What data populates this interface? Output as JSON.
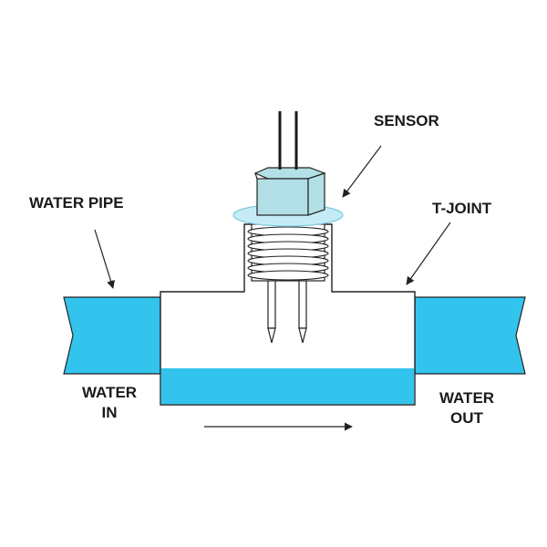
{
  "labels": {
    "sensor": "SENSOR",
    "water_pipe": "WATER PIPE",
    "t_joint": "T-JOINT",
    "water_in_line1": "WATER",
    "water_in_line2": "IN",
    "water_out_line1": "WATER",
    "water_out_line2": "OUT"
  },
  "colors": {
    "water": "#33c4ee",
    "pipe_fill": "#ffffff",
    "outline": "#222222",
    "sensor_body": "#b2e0e6",
    "sensor_washer": "#c5ecf6",
    "wire": "#1a1a1a"
  },
  "icons": {
    "flow_arrow": "right-arrow-icon",
    "pointer_arrow": "leader-arrow-icon"
  }
}
